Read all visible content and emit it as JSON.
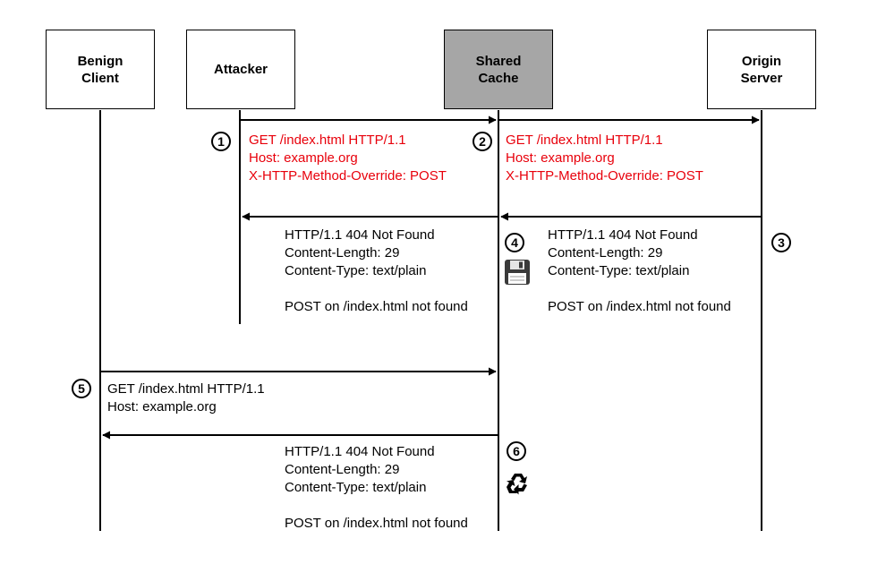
{
  "actors": {
    "benign_client": "Benign\nClient",
    "attacker": "Attacker",
    "shared_cache": "Shared\nCache",
    "origin_server": "Origin\nServer"
  },
  "steps": [
    "1",
    "2",
    "3",
    "4",
    "5",
    "6"
  ],
  "messages": {
    "m1": "GET /index.html HTTP/1.1\nHost: example.org\nX-HTTP-Method-Override: POST",
    "m2": "GET /index.html HTTP/1.1\nHost: example.org\nX-HTTP-Method-Override: POST",
    "m3": "HTTP/1.1 404 Not Found\nContent-Length: 29\nContent-Type: text/plain\n\nPOST on /index.html not found",
    "m4": "HTTP/1.1 404 Not Found\nContent-Length: 29\nContent-Type: text/plain\n\nPOST on /index.html not found",
    "m5": "GET /index.html HTTP/1.1\nHost: example.org",
    "m6": "HTTP/1.1 404 Not Found\nContent-Length: 29\nContent-Type: text/plain\n\nPOST on /index.html not found"
  },
  "icons": {
    "store": "floppy-disk-icon",
    "reuse": "recycle-icon"
  },
  "colors": {
    "attack_request": "#e8000b",
    "cache_fill": "#a6a6a6",
    "line": "#000000"
  }
}
